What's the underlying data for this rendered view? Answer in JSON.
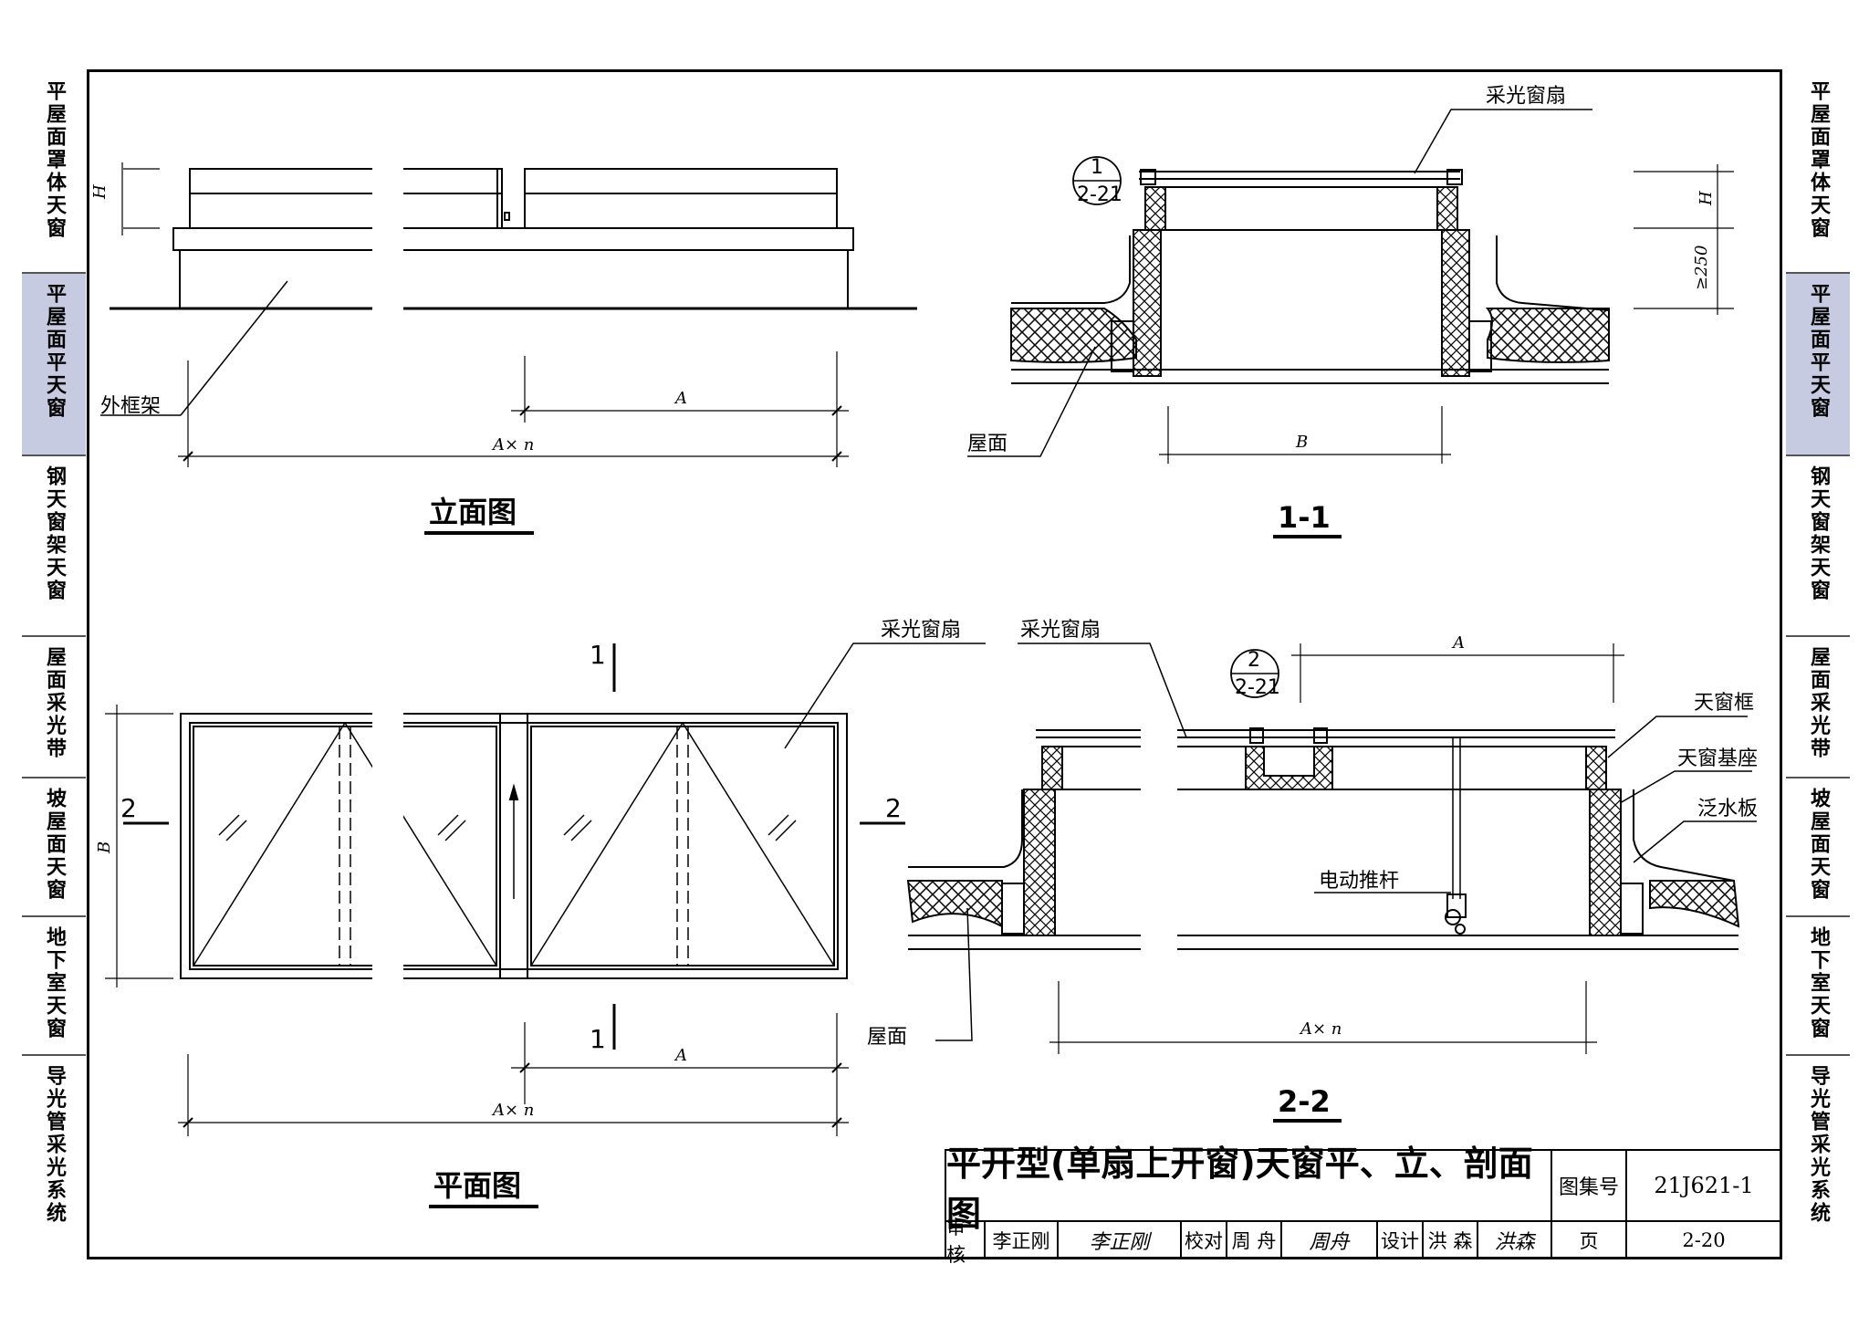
{
  "side_tabs": [
    {
      "label": "平屋面罩体天窗",
      "active": false
    },
    {
      "label": "平屋面平天窗",
      "active": true
    },
    {
      "label": "钢天窗架天窗",
      "active": false
    },
    {
      "label": "屋面采光带",
      "active": false
    },
    {
      "label": "坡屋面天窗",
      "active": false
    },
    {
      "label": "地下室天窗",
      "active": false
    },
    {
      "label": "导光管采光系统",
      "active": false
    }
  ],
  "views": {
    "elevation": {
      "title": "立面图",
      "frame_label": "外框架",
      "dim_H": "H",
      "dim_A": "A",
      "dim_An": "A× n"
    },
    "section_1": {
      "title": "1-1",
      "sash_label": "采光窗扇",
      "roof_label": "屋面",
      "ref_top": "1",
      "ref_bottom": "2-21",
      "dim_H": "H",
      "dim_250": "≥250",
      "dim_B": "B"
    },
    "plan": {
      "title": "平面图",
      "sash_label": "采光窗扇",
      "cut_1_top": "1",
      "cut_1_bottom": "1",
      "cut_2_left": "2",
      "cut_2_right": "2",
      "dim_B": "B",
      "dim_A": "A",
      "dim_An": "A× n"
    },
    "section_2": {
      "title": "2-2",
      "sash_label": "采光窗扇",
      "frame_label": "天窗框",
      "base_label": "天窗基座",
      "flashing_label": "泛水板",
      "actuator_label": "电动推杆",
      "roof_label": "屋面",
      "ref_top": "2",
      "ref_bottom": "2-21",
      "dim_A": "A",
      "dim_An": "A× n"
    }
  },
  "title_block": {
    "title": "平开型(单扇上开窗)天窗平、立、剖面图",
    "atlas_label": "图集号",
    "atlas_no": "21J621-1",
    "review_label": "审核",
    "reviewer": "李正刚",
    "reviewer_sig": "李正刚",
    "check_label": "校对",
    "checker": "周 舟",
    "checker_sig": "周舟",
    "design_label": "设计",
    "designer": "洪 森",
    "designer_sig": "洪森",
    "page_label": "页",
    "page_no": "2-20"
  }
}
